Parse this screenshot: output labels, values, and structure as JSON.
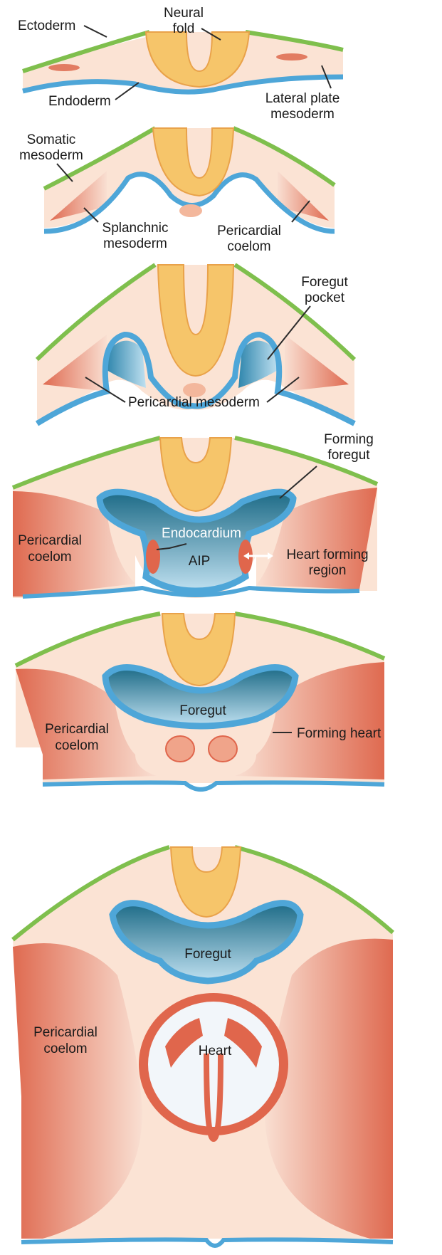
{
  "colors": {
    "ectoderm": "#7fbf4d",
    "neural": "#f6c56a",
    "neural_edge": "#e9a24a",
    "mesoderm_light": "#fbe6d8",
    "mesoderm_mid": "#f3b79c",
    "mesoderm_dark": "#e06a4e",
    "endoderm": "#4ea6d8",
    "gut_dark": "#1f6f8b",
    "gut_light": "#cfe7f3"
  },
  "stages": [
    {
      "labels": {
        "ectoderm": "Ectoderm",
        "neural_fold_1": "Neural",
        "neural_fold_2": "fold",
        "endoderm": "Endoderm",
        "lateral_1": "Lateral plate",
        "lateral_2": "mesoderm"
      }
    },
    {
      "labels": {
        "somatic_1": "Somatic",
        "somatic_2": "mesoderm",
        "splanchnic_1": "Splanchnic",
        "splanchnic_2": "mesoderm",
        "pericardial_1": "Pericardial",
        "pericardial_2": "coelom"
      }
    },
    {
      "labels": {
        "foregut_pocket_1": "Foregut",
        "foregut_pocket_2": "pocket",
        "pericardial_mesoderm": "Pericardial mesoderm"
      }
    },
    {
      "labels": {
        "forming_foregut_1": "Forming",
        "forming_foregut_2": "foregut",
        "pericardial_1": "Pericardial",
        "pericardial_2": "coelom",
        "endocardium": "Endocardium",
        "aip": "AIP",
        "heart_region_1": "Heart forming",
        "heart_region_2": "region"
      }
    },
    {
      "labels": {
        "foregut": "Foregut",
        "pericardial_1": "Pericardial",
        "pericardial_2": "coelom",
        "forming_heart": "Forming heart"
      }
    },
    {
      "labels": {
        "foregut": "Foregut",
        "pericardial_1": "Pericardial",
        "pericardial_2": "coelom",
        "heart": "Heart"
      }
    }
  ]
}
